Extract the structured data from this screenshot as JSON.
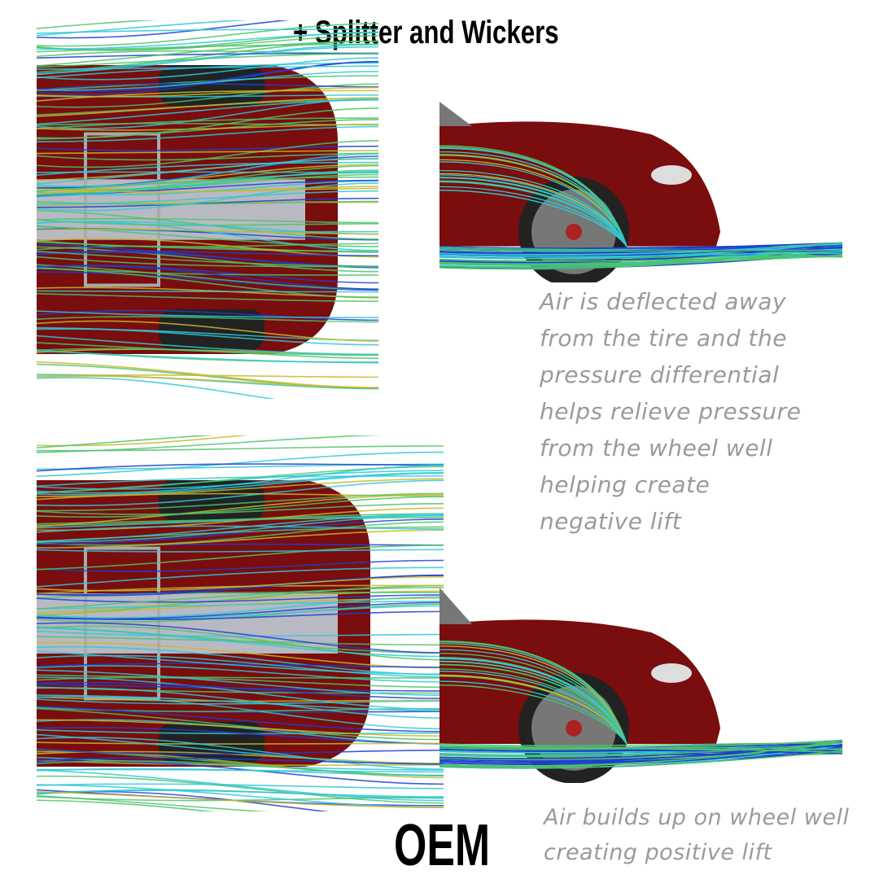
{
  "top_section": {
    "title": "+ Splitter and Wickers",
    "caption_lines": [
      "Air is deflected away",
      "from the tire and the",
      "pressure differential",
      "helps relieve pressure",
      "from the wheel well",
      "helping create",
      "negative lift"
    ]
  },
  "bottom_section": {
    "title": "OEM",
    "caption_lines": [
      "Air builds up on wheel well",
      "creating positive lift"
    ]
  },
  "colors": {
    "body_red": "#7a0d0d",
    "streamline_blue": "#1f3fd0",
    "streamline_cyan": "#2fc8d8",
    "streamline_green": "#4cc36a",
    "streamline_yellow": "#c8b92a",
    "caption_gray": "#9a9a9a"
  }
}
